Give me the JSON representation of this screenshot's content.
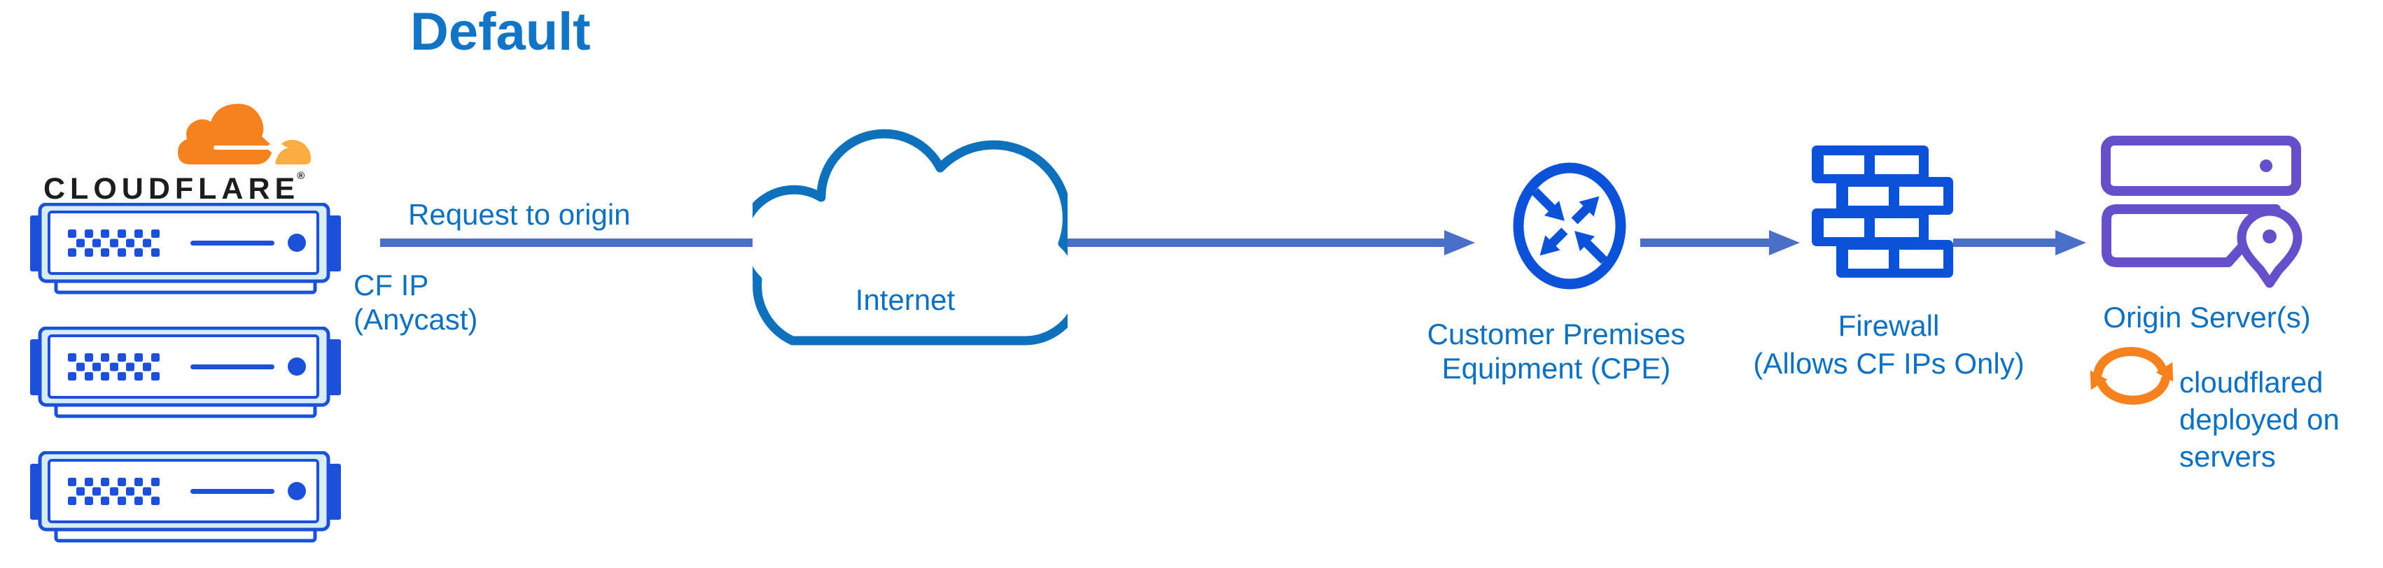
{
  "title": "Default",
  "brand": {
    "wordmark": "CLOUDFLARE",
    "registered": "®"
  },
  "labels": {
    "request": "Request to origin",
    "cf_ip_1": "CF IP",
    "cf_ip_2": "(Anycast)",
    "internet": "Internet",
    "cpe_1": "Customer Premises",
    "cpe_2": "Equipment (CPE)",
    "firewall_1": "Firewall",
    "firewall_2": "(Allows CF IPs Only)",
    "origin": "Origin Server(s)",
    "cloudflared_1": "cloudflared",
    "cloudflared_2": "deployed on",
    "cloudflared_3": "servers"
  },
  "colors": {
    "title_blue": "#1274c5",
    "label_blue": "#0e71c0",
    "arrow_blue": "#4a6fc9",
    "internet_cloud_blue": "#0f71bc",
    "network_icon_blue": "#0b52d9",
    "server_blue": "#1d50d9",
    "server_face_fill": "#d8ecf6",
    "origin_purple": "#6550c9",
    "cloudflare_orange": "#f6821f",
    "cloudflare_light_orange": "#fbad41",
    "wordmark_black": "#1d1d1d"
  }
}
